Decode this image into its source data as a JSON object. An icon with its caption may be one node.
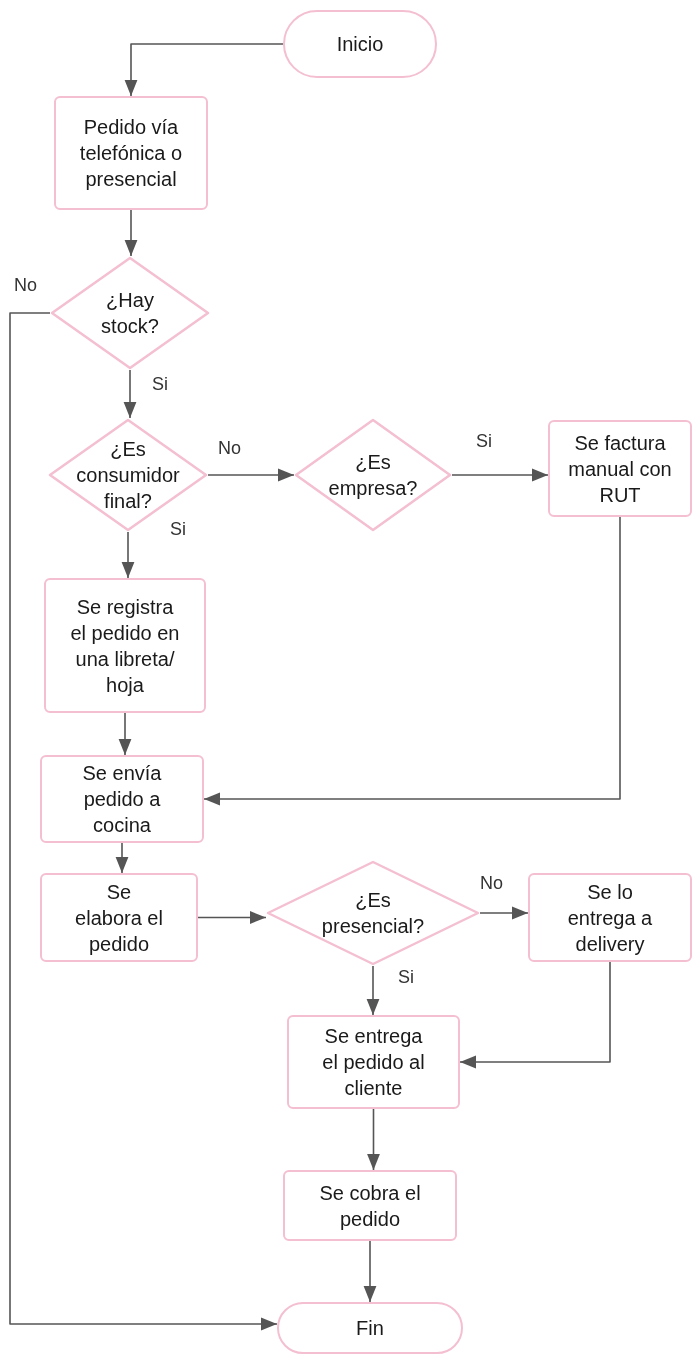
{
  "diagram": {
    "nodes": [
      {
        "text": [
          "Inicio"
        ]
      },
      {
        "text": [
          "Pedido vía telefónica o presencial"
        ]
      },
      {
        "text": [
          "¿Hay stock?"
        ]
      },
      {
        "text": [
          "¿Es consumidor final?"
        ]
      },
      {
        "text": [
          "¿Es empresa?"
        ]
      },
      {
        "text": [
          "Se factura manual con RUT"
        ]
      },
      {
        "text": [
          "Se registra el pedido en una libreta/ hoja"
        ]
      },
      {
        "text": [
          "Se envía pedido a cocina"
        ]
      },
      {
        "text": [
          "Se elabora el pedido"
        ]
      },
      {
        "text": [
          "¿Es presencial?"
        ]
      },
      {
        "text": [
          "Se lo entrega a delivery"
        ]
      },
      {
        "text": [
          "Se entrega el pedido al cliente"
        ]
      },
      {
        "text": [
          "Se cobra el pedido"
        ]
      },
      {
        "text": [
          "Fin"
        ]
      }
    ],
    "edges": [
      {
        "from": 0,
        "to": 1,
        "arrow": "to"
      },
      {
        "from": 1,
        "to": 2,
        "arrow": "to"
      },
      {
        "from": 2,
        "to": 13,
        "arrow": "to",
        "label": "No"
      },
      {
        "from": 2,
        "to": 3,
        "arrow": "to",
        "label": "Si"
      },
      {
        "from": 3,
        "to": 4,
        "arrow": "to",
        "label": "No"
      },
      {
        "from": 4,
        "to": 5,
        "arrow": "to",
        "label": "Si"
      },
      {
        "from": 3,
        "to": 6,
        "arrow": "to",
        "label": "Si"
      },
      {
        "from": 5,
        "to": 7,
        "arrow": "to"
      },
      {
        "from": 6,
        "to": 7,
        "arrow": "to"
      },
      {
        "from": 7,
        "to": 8,
        "arrow": "to"
      },
      {
        "from": 8,
        "to": 9,
        "arrow": "to"
      },
      {
        "from": 9,
        "to": 10,
        "arrow": "to",
        "label": "No"
      },
      {
        "from": 9,
        "to": 11,
        "arrow": "to",
        "label": "Si"
      },
      {
        "from": 10,
        "to": 11,
        "arrow": "to"
      },
      {
        "from": 11,
        "to": 12,
        "arrow": "to"
      },
      {
        "from": 12,
        "to": 13,
        "arrow": "to"
      }
    ]
  }
}
